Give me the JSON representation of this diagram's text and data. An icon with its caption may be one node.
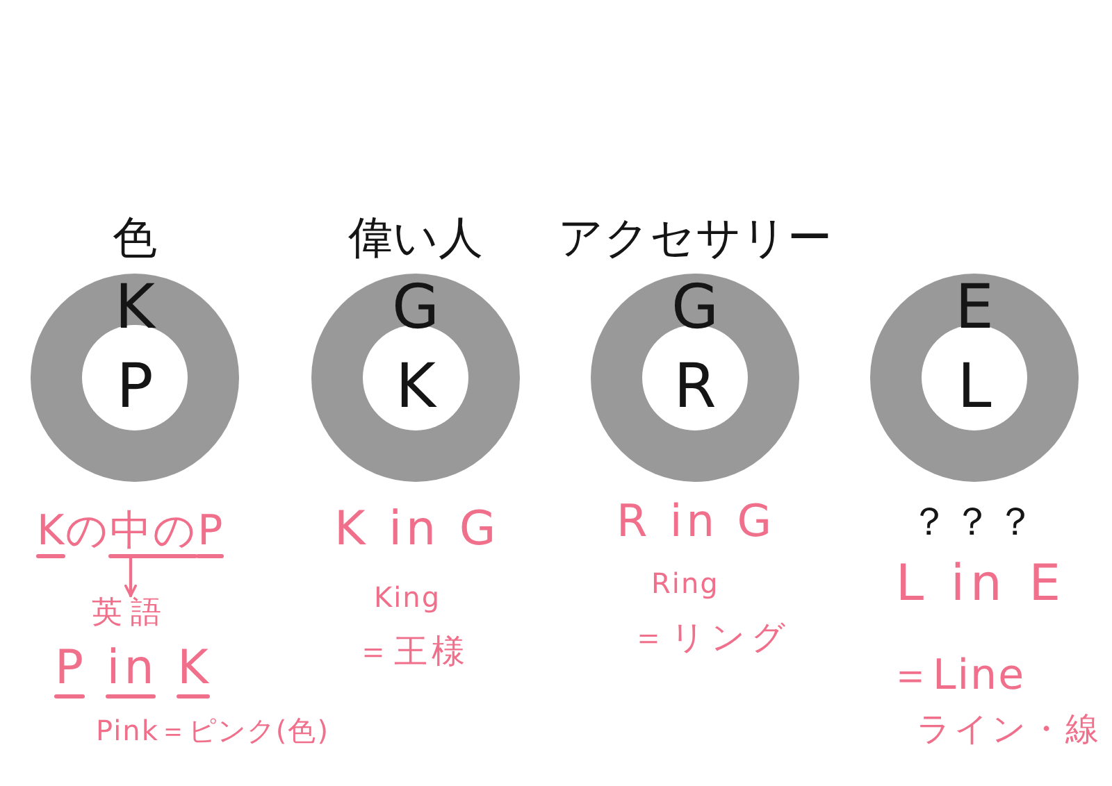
{
  "diagram": {
    "nodes": [
      {
        "text": [
          "色",
          "K"
        ]
      },
      {
        "text": [
          "P"
        ],
        "in": 0
      },
      {
        "text": [
          "偉い人",
          "G"
        ]
      },
      {
        "text": [
          "K"
        ],
        "in": 2
      },
      {
        "text": [
          "アクセサリー",
          "G"
        ]
      },
      {
        "text": [
          "R"
        ],
        "in": 4
      },
      {
        "text": [
          "E"
        ],
        "beside": [
          "？？？"
        ]
      },
      {
        "text": [
          "L"
        ],
        "in": 6
      },
      {
        "text": [
          "Kの中のP"
        ]
      },
      {
        "text": [
          "英語"
        ]
      }
    ],
    "edges": [
      {
        "from": 8,
        "to": 9,
        "arrow": "to"
      }
    ],
    "labels": [
      "P in K",
      "Pink＝ピンク(色)",
      "K in G",
      "King",
      "＝王様",
      "R in G",
      "Ring",
      "＝リング",
      "L in E",
      "＝Line",
      "ライン・線"
    ]
  }
}
